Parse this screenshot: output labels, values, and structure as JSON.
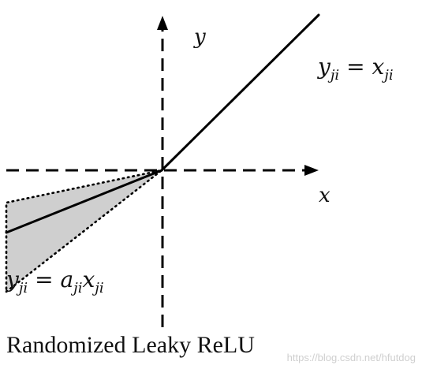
{
  "diagram": {
    "axis_y_label": "y",
    "axis_x_label": "x",
    "positive_eq": {
      "lhs": "y",
      "sub": "ji",
      "eq": " = ",
      "rhs": "x",
      "rhs_sub": "ji"
    },
    "negative_eq": {
      "lhs": "y",
      "sub": "ji",
      "eq": " = ",
      "coef": "a",
      "coef_sub": "ji",
      "rhs": "x",
      "rhs_sub": "ji"
    },
    "caption": "Randomized Leaky ReLU",
    "watermark": "https://blog.csdn.net/hfutdog"
  },
  "colors": {
    "line": "#000000",
    "shade": "#cfcfcf",
    "watermark": "#cfcfcf"
  }
}
